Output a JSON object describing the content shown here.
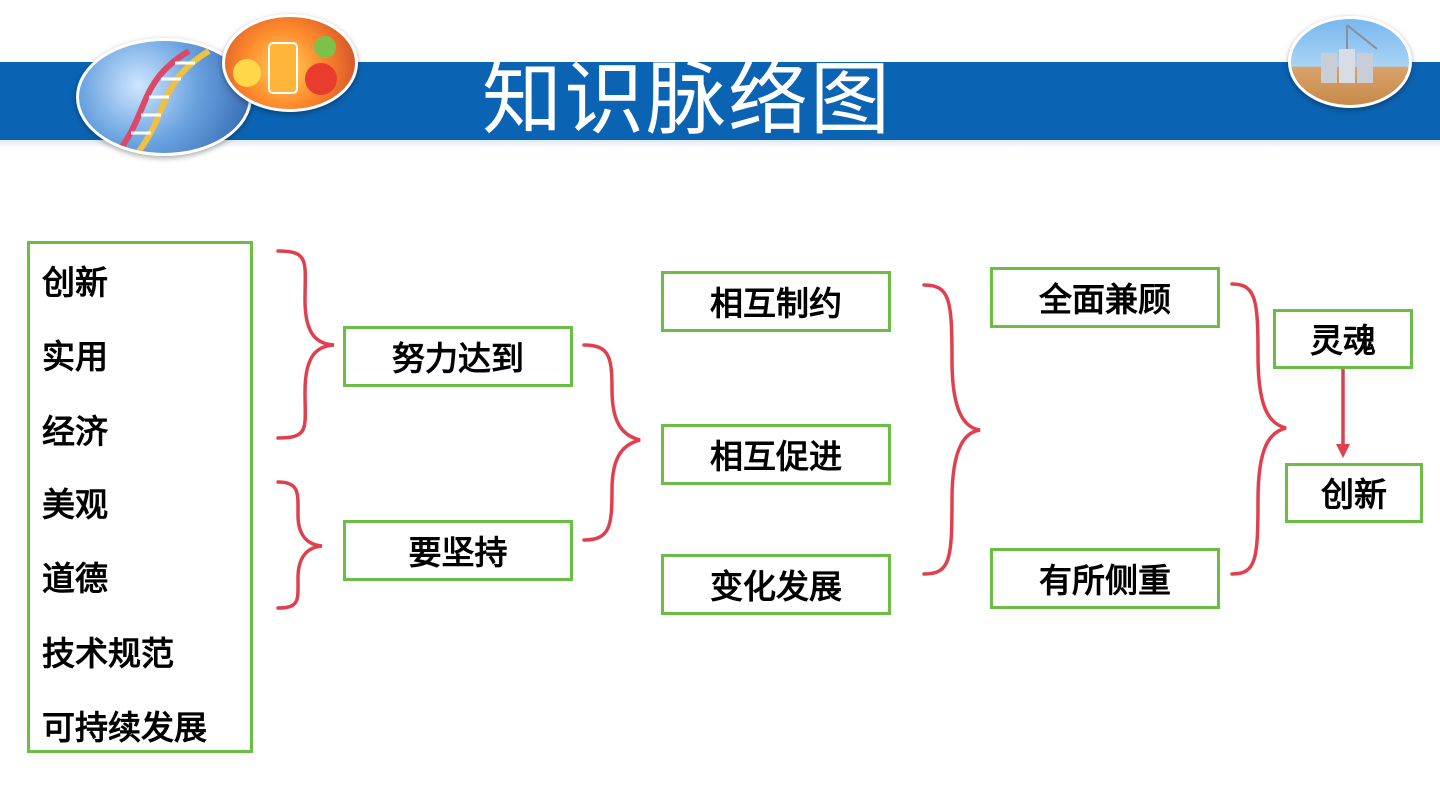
{
  "title": "知识脉络图",
  "principles": [
    "创新",
    "实用",
    "经济",
    "美观",
    "道德",
    "技术规范",
    "可持续发展"
  ],
  "level2": [
    "努力达到",
    "要坚持"
  ],
  "level3": [
    "相互制约",
    "相互促进",
    "变化发展"
  ],
  "level4": [
    "全面兼顾",
    "有所侧重"
  ],
  "level5": [
    "灵魂",
    "创新"
  ],
  "colors": {
    "banner": "#0b64b3",
    "box_border": "#6bbd46",
    "bracket": "#e0404e",
    "arrow": "#e0404e",
    "text": "#000000",
    "title": "#ffffff"
  },
  "icons": [
    "dna-photo-icon",
    "fruit-juice-photo-icon",
    "grain-silo-photo-icon"
  ]
}
